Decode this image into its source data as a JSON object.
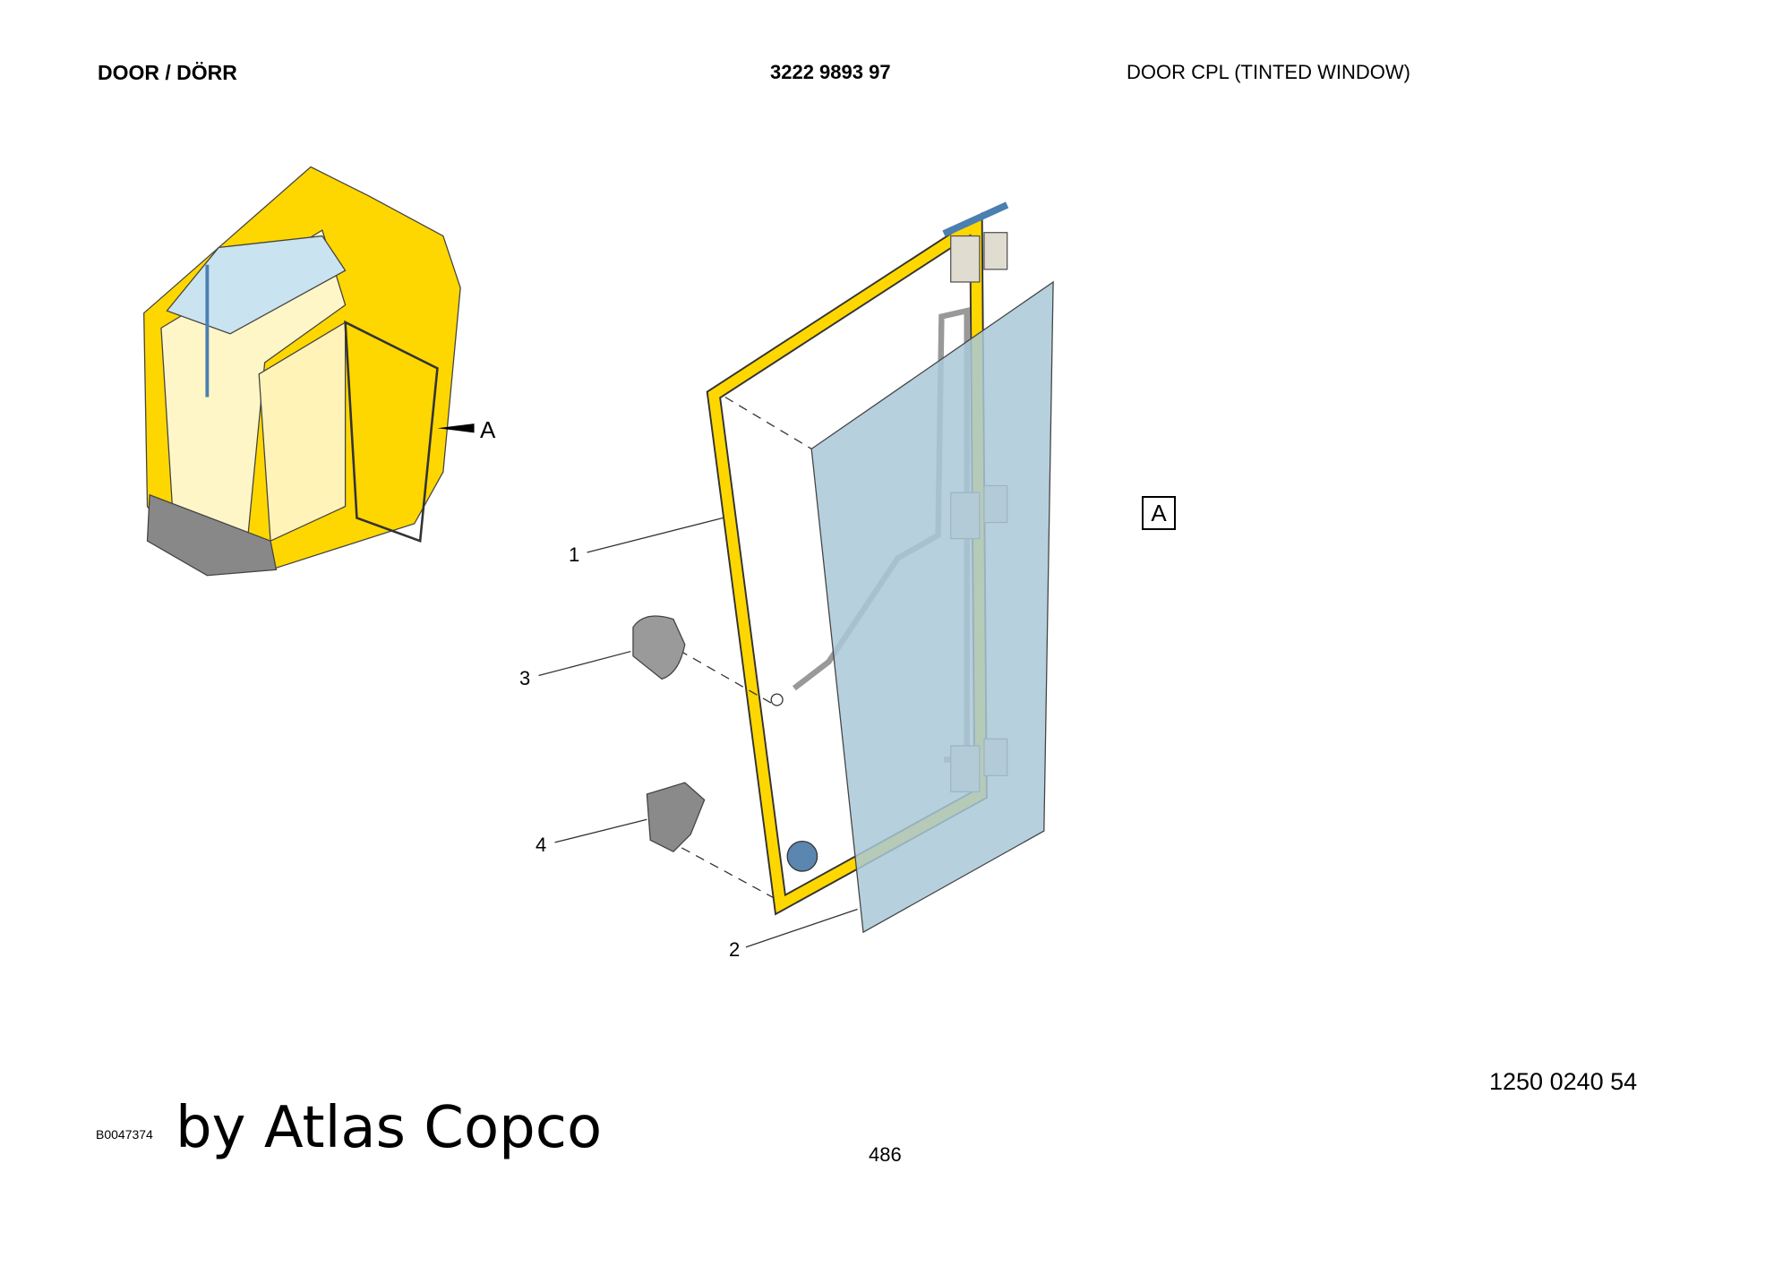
{
  "header": {
    "section": "DOOR / DÖRR",
    "part_number": "3222 9893 97",
    "description": "DOOR CPL (TINTED WINDOW)"
  },
  "drawing": {
    "detail_label": "A",
    "detail_box_label": "A",
    "callouts": [
      "1",
      "2",
      "3",
      "4"
    ],
    "colors": {
      "frame": "#FFD700",
      "glass": "#A9C8D8",
      "part": "#8A8A8A"
    }
  },
  "footer": {
    "reference_number": "1250 0240 54",
    "image_id": "B0047374",
    "brand": "by Atlas Copco",
    "page": "486"
  }
}
